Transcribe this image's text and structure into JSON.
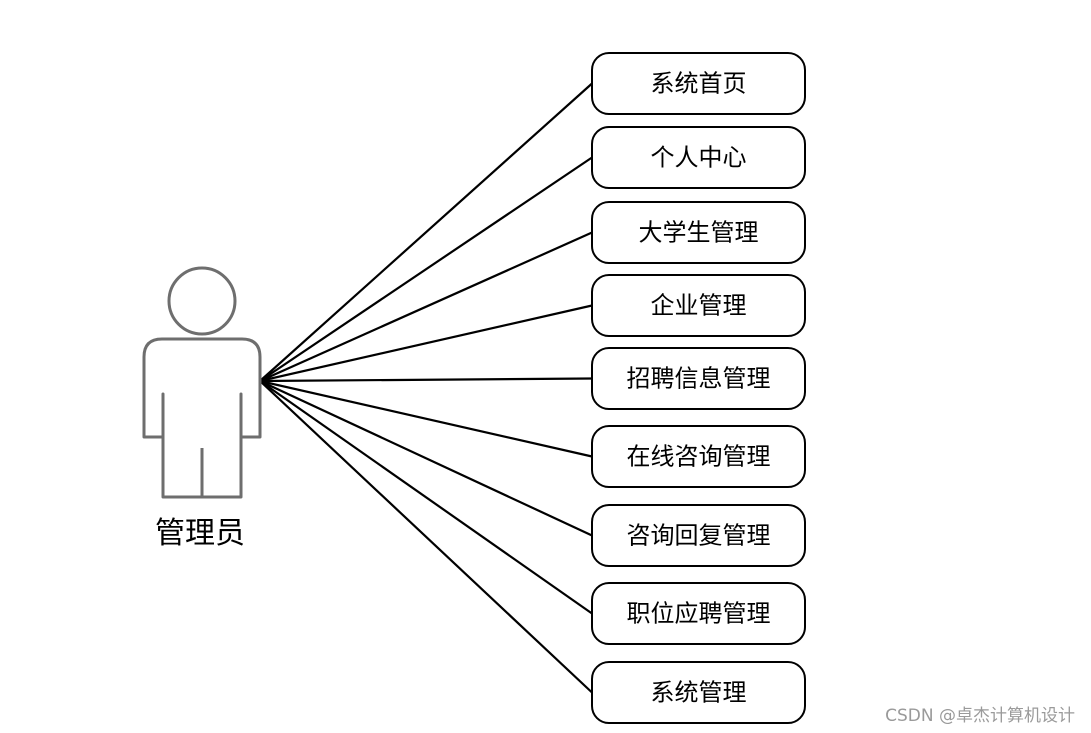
{
  "actor": {
    "name": "管理员",
    "icon": "person-icon"
  },
  "use_cases": [
    {
      "label": "系统首页"
    },
    {
      "label": "个人中心"
    },
    {
      "label": "大学生管理"
    },
    {
      "label": "企业管理"
    },
    {
      "label": "招聘信息管理"
    },
    {
      "label": "在线咨询管理"
    },
    {
      "label": "咨询回复管理"
    },
    {
      "label": "职位应聘管理"
    },
    {
      "label": "系统管理"
    }
  ],
  "watermark": "CSDN @卓杰计算机设计"
}
